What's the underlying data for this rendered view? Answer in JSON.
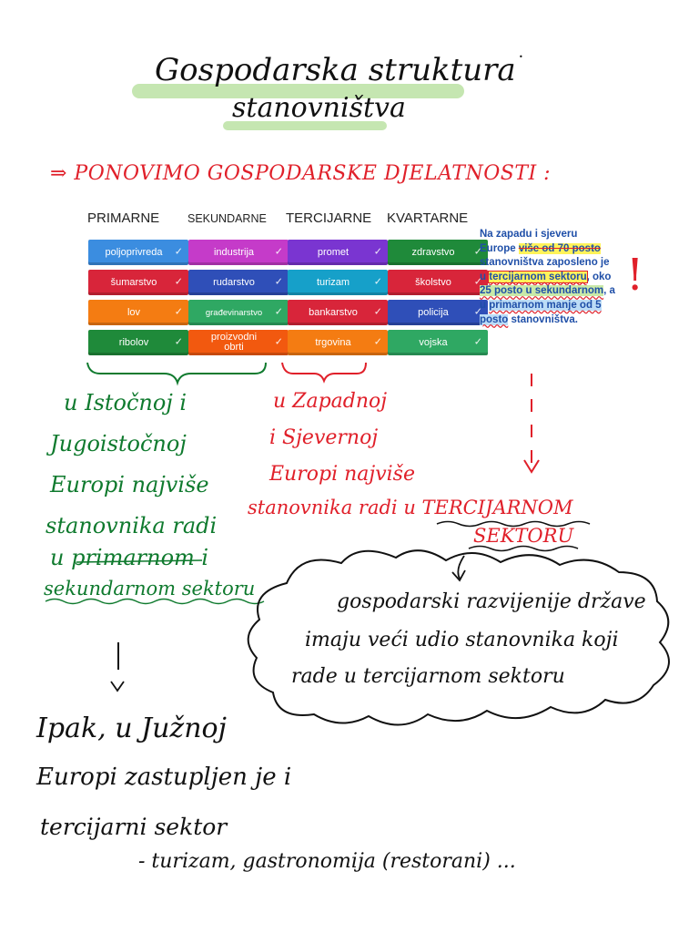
{
  "title": {
    "line1": "Gospodarska struktura",
    "line2": "stanovništva"
  },
  "subtitle": "⇒ PONOVIMO GOSPODARSKE DJELATNOSTI :",
  "sectors": [
    {
      "heading": "PRIMARNE",
      "items": [
        {
          "label": "poljoprivreda",
          "color": "#3b8de0"
        },
        {
          "label": "šumarstvo",
          "color": "#d8253a"
        },
        {
          "label": "lov",
          "color": "#f47c12"
        },
        {
          "label": "ribolov",
          "color": "#1f8a3a"
        }
      ]
    },
    {
      "heading": "SEKUNDARNE",
      "items": [
        {
          "label": "industrija",
          "color": "#c53bc9"
        },
        {
          "label": "rudarstvo",
          "color": "#2f4fb8"
        },
        {
          "label": "građevinarstvo",
          "color": "#2fa863"
        },
        {
          "label": "proizvodni obrti",
          "color": "#f2590f"
        }
      ]
    },
    {
      "heading": "TERCIJARNE",
      "items": [
        {
          "label": "promet",
          "color": "#7a35d1"
        },
        {
          "label": "turizam",
          "color": "#16a0c9"
        },
        {
          "label": "bankarstvo",
          "color": "#d8253a"
        },
        {
          "label": "trgovina",
          "color": "#f47c12"
        }
      ]
    },
    {
      "heading": "KVARTARNE",
      "items": [
        {
          "label": "zdravstvo",
          "color": "#1f8a3a"
        },
        {
          "label": "školstvo",
          "color": "#d8253a"
        },
        {
          "label": "policija",
          "color": "#2f4fb8"
        },
        {
          "label": "vojska",
          "color": "#2fa863"
        }
      ]
    }
  ],
  "note": {
    "t1": "Na zapadu i sjeveru Europe ",
    "t2": "više od 70 posto",
    "t3": " stanovništva zaposleno je u ",
    "t4": "tercijarnom sektoru",
    "t5": ", oko ",
    "t6": "25 posto u sekundarnom",
    "t7": ", a u ",
    "t8": "primarnom manje od 5 posto",
    "t9": " stanovništva."
  },
  "exclamation": "!",
  "green_note": [
    "u Istočnoj i",
    "Jugoistočnoj",
    "Europi najviše",
    "stanovnika radi",
    "u primarnom i",
    "sekundarnom sektoru"
  ],
  "red_note": [
    "u Zapadnoj",
    "i Sjevernoj",
    "Europi najviše",
    "stanovnika radi u TERCIJARNOM",
    "SEKTORU"
  ],
  "cloud_note": [
    "gospodarski razvijenije države",
    "imaju veći udio stanovnika koji",
    "rade u tercijarnom sektoru"
  ],
  "bottom_note": [
    "Ipak, u Južnoj",
    "Europi zastupljen je i",
    "tercijarni sektor",
    "- turizam, gastronomija (restorani) ..."
  ],
  "colors": {
    "red_ink": "#e0202a",
    "green_ink": "#0f7a2e",
    "note_blue": "#1f4fa8"
  }
}
